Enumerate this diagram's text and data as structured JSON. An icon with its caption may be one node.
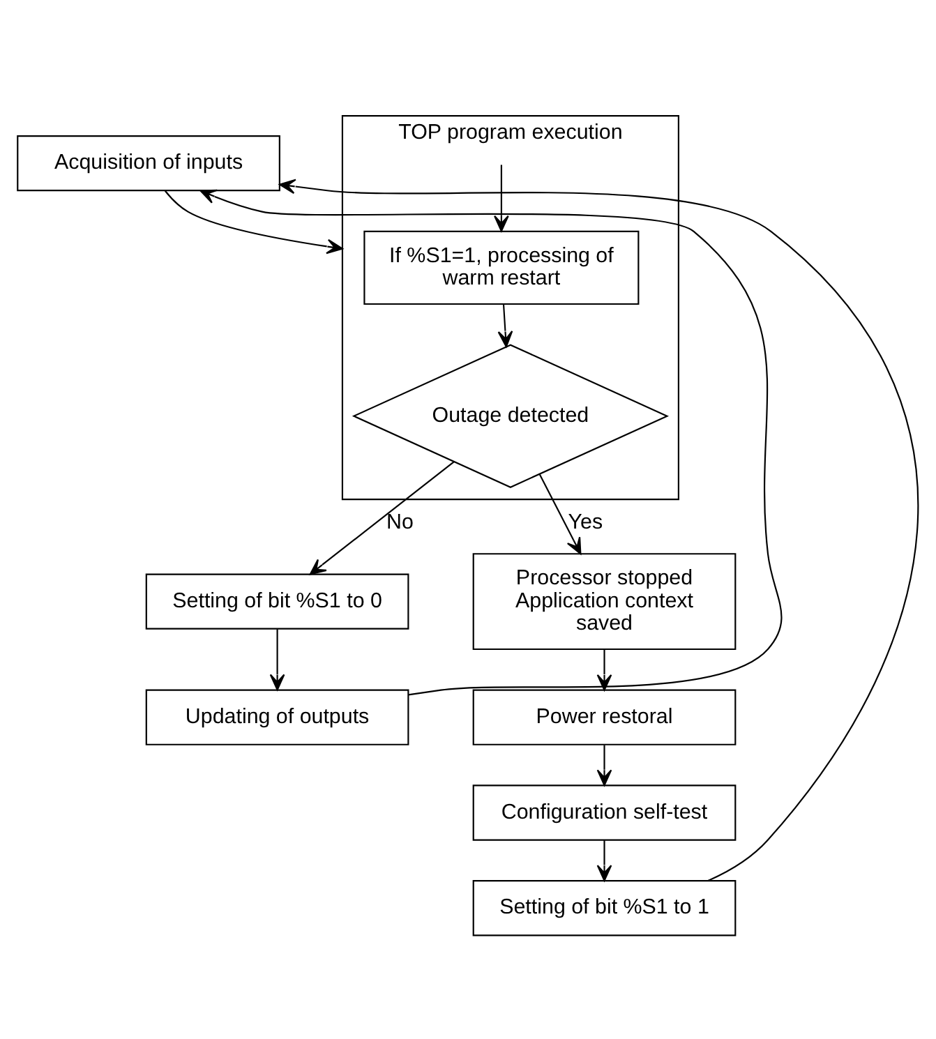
{
  "diagram": {
    "nodes": [
      {
        "text": [
          "Acquisition of inputs"
        ]
      },
      {
        "text": [
          "TOP program execution"
        ]
      },
      {
        "text": [
          "If %S1=1, processing of warm restart"
        ],
        "in": 1
      },
      {
        "text": [
          "Outage detected"
        ],
        "in": 1
      },
      {
        "text": [
          "Setting of bit %S1 to 0"
        ]
      },
      {
        "text": [
          "Updating of outputs"
        ]
      },
      {
        "text": [
          "Processor stopped Application context saved"
        ]
      },
      {
        "text": [
          "Power restoral"
        ]
      },
      {
        "text": [
          "Configuration self-test"
        ]
      },
      {
        "text": [
          "Setting of bit %S1 to 1"
        ]
      }
    ],
    "edges": [
      {
        "from": 0,
        "to": 1,
        "arrow": "to"
      },
      {
        "from": null,
        "to": 2,
        "arrow": "to"
      },
      {
        "from": 2,
        "to": 3,
        "arrow": "to"
      },
      {
        "from": 3,
        "to": 6,
        "arrow": "to",
        "label": "Yes"
      },
      {
        "from": 6,
        "to": 7,
        "arrow": "to"
      },
      {
        "from": 7,
        "to": 8,
        "arrow": "to"
      },
      {
        "from": 8,
        "to": 9,
        "arrow": "to"
      },
      {
        "from": 9,
        "to": 0,
        "arrow": "to"
      },
      {
        "from": 3,
        "to": 4,
        "arrow": "to",
        "label": "No"
      },
      {
        "from": 4,
        "to": 5,
        "arrow": "to"
      },
      {
        "from": 5,
        "to": 0,
        "arrow": "to"
      }
    ]
  }
}
